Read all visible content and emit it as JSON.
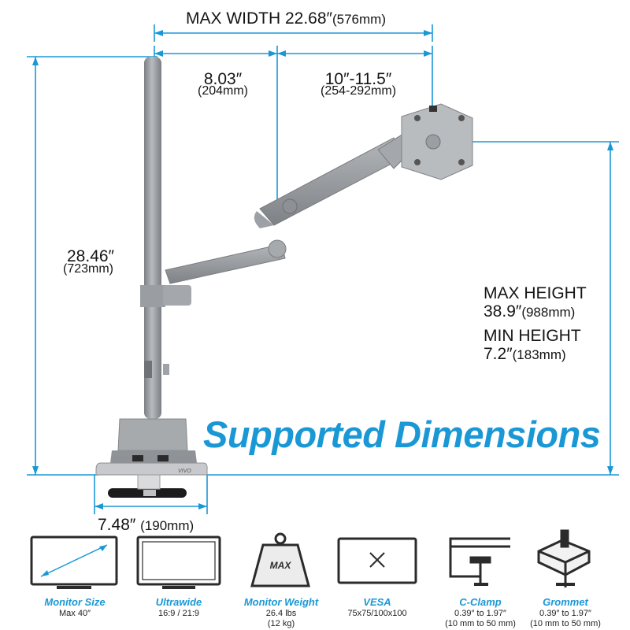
{
  "accent_color": "#1a98d5",
  "dimensions": {
    "max_width": "MAX WIDTH 22.68″",
    "max_width_mm": "(576mm)",
    "arm1": "8.03″",
    "arm1_mm": "(204mm)",
    "arm2": "10″-11.5″",
    "arm2_mm": "(254-292mm)",
    "pole_height": "28.46″",
    "pole_height_mm": "(723mm)",
    "max_height_label": "MAX HEIGHT",
    "max_height_value": "38.9″",
    "max_height_mm": "(988mm)",
    "min_height_label": "MIN HEIGHT",
    "min_height_value": "7.2″",
    "min_height_mm": "(183mm)",
    "base_width": "7.48″",
    "base_width_mm": "(190mm)"
  },
  "headline": "Supported Dimensions",
  "base_logo": "VIVO",
  "specs": [
    {
      "icon": "monitor-size-icon",
      "label": "Monitor Size",
      "detail": "Max 40″"
    },
    {
      "icon": "ultrawide-icon",
      "label": "Ultrawide",
      "detail": "16:9 / 21:9"
    },
    {
      "icon": "weight-icon",
      "label": "Monitor Weight",
      "detail": "26.4 lbs\n(12 kg)",
      "badge": "MAX"
    },
    {
      "icon": "vesa-icon",
      "label": "VESA",
      "detail": "75x75/100x100"
    },
    {
      "icon": "c-clamp-icon",
      "label": "C-Clamp",
      "detail": "0.39″ to 1.97″\n(10 mm to 50 mm)"
    },
    {
      "icon": "grommet-icon",
      "label": "Grommet",
      "detail": "0.39″ to 1.97″\n(10 mm to 50 mm)"
    }
  ]
}
